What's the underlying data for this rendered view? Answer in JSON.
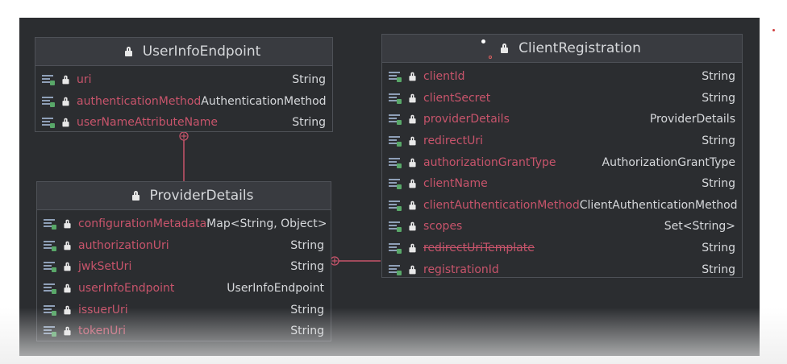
{
  "colors": {
    "canvas_bg": "#2b2d30",
    "header_bg": "#393b40",
    "field_name": "#c7546b",
    "field_type": "#d6d8db",
    "connector": "#c7546b",
    "class_icon": "#3fa9e8"
  },
  "classes": {
    "user_info_endpoint": {
      "name": "UserInfoEndpoint",
      "icon": "class-icon",
      "fields": [
        {
          "name": "uri",
          "type": "String"
        },
        {
          "name": "authenticationMethod",
          "type": "AuthenticationMethod"
        },
        {
          "name": "userNameAttributeName",
          "type": "String"
        }
      ]
    },
    "provider_details": {
      "name": "ProviderDetails",
      "icon": "class-icon",
      "fields": [
        {
          "name": "configurationMetadata",
          "type": "Map<String, Object>"
        },
        {
          "name": "authorizationUri",
          "type": "String"
        },
        {
          "name": "jwkSetUri",
          "type": "String"
        },
        {
          "name": "userInfoEndpoint",
          "type": "UserInfoEndpoint"
        },
        {
          "name": "issuerUri",
          "type": "String"
        },
        {
          "name": "tokenUri",
          "type": "String"
        }
      ]
    },
    "client_registration": {
      "name": "ClientRegistration",
      "icon": "spring-class-icon",
      "fields": [
        {
          "name": "clientId",
          "type": "String"
        },
        {
          "name": "clientSecret",
          "type": "String"
        },
        {
          "name": "providerDetails",
          "type": "ProviderDetails"
        },
        {
          "name": "redirectUri",
          "type": "String"
        },
        {
          "name": "authorizationGrantType",
          "type": "AuthorizationGrantType"
        },
        {
          "name": "clientName",
          "type": "String"
        },
        {
          "name": "clientAuthenticationMethod",
          "type": "ClientAuthenticationMethod"
        },
        {
          "name": "scopes",
          "type": "Set<String>"
        },
        {
          "name": "redirectUriTemplate",
          "type": "String",
          "deprecated": true
        },
        {
          "name": "registrationId",
          "type": "String"
        }
      ]
    }
  }
}
